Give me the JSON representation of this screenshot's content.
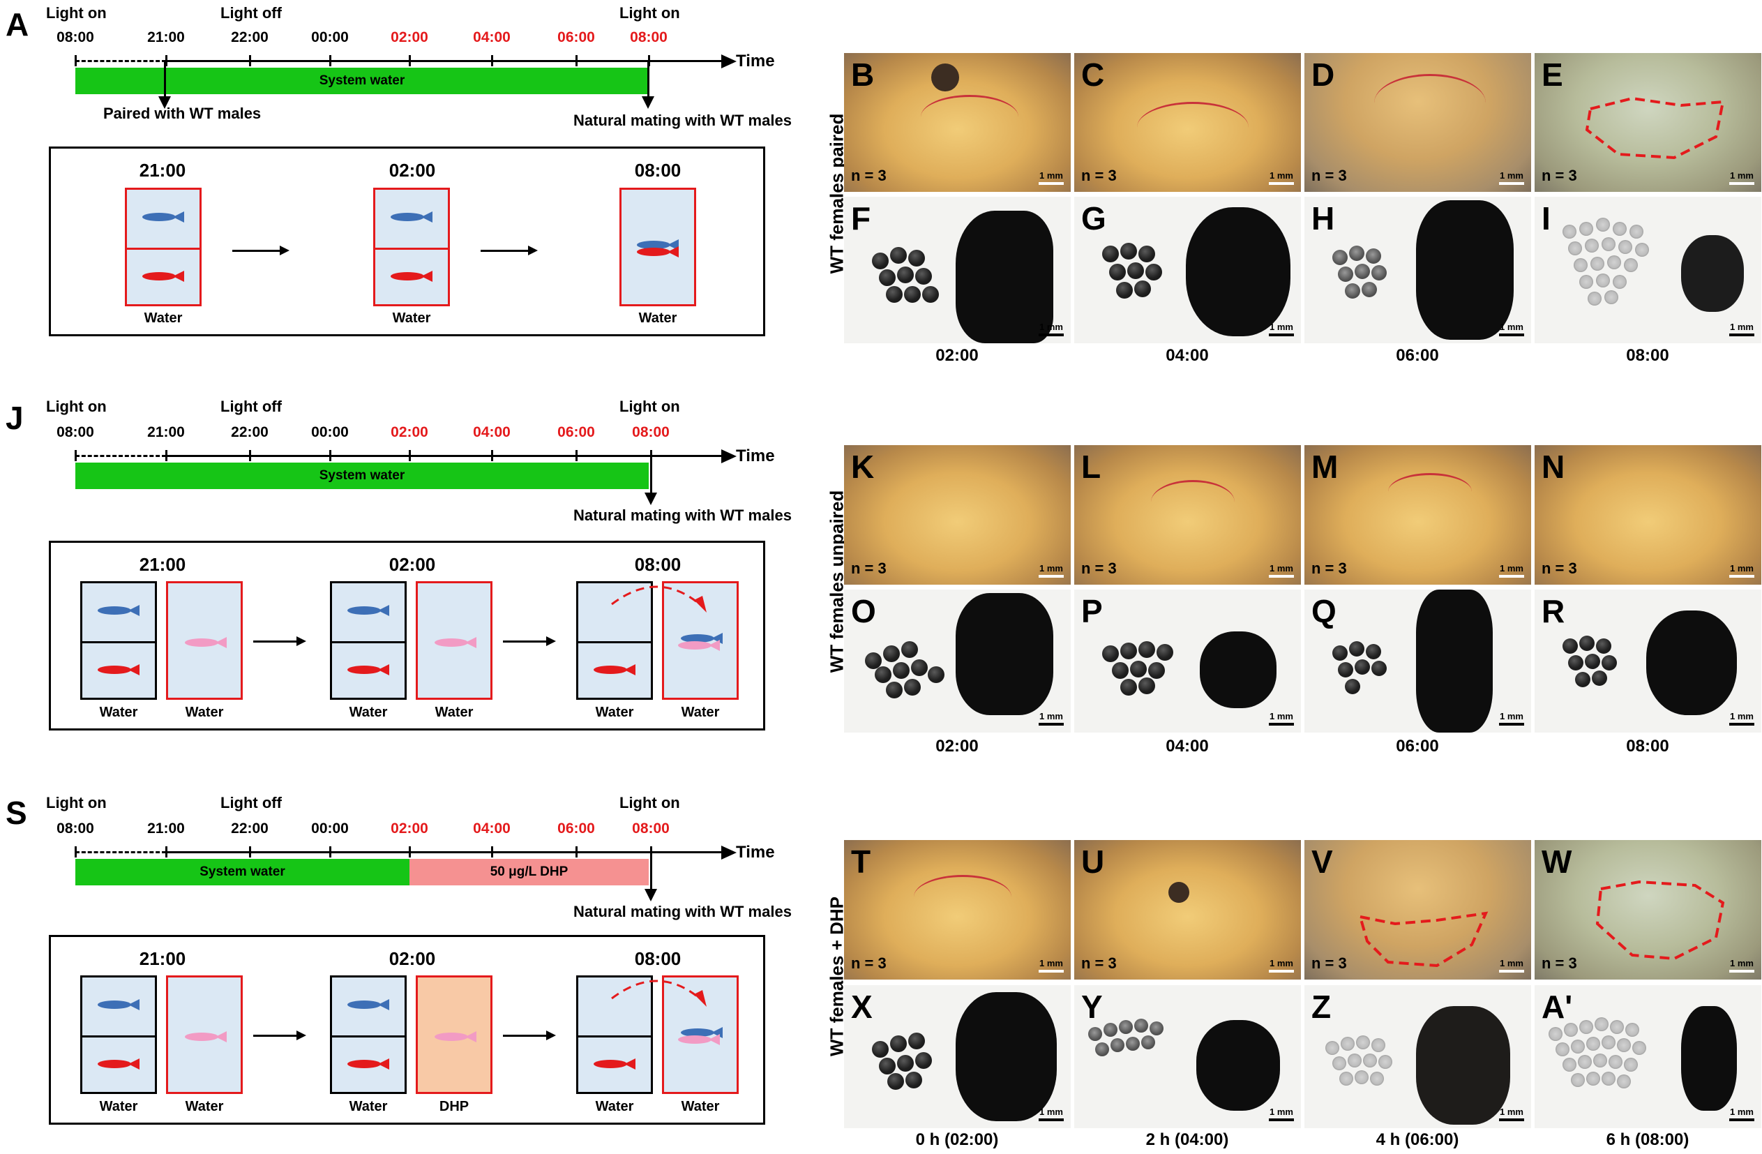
{
  "timelines": [
    {
      "panel": "A",
      "labels": {
        "light_on_start": "Light on",
        "light_off": "Light off",
        "light_on_end": "Light on",
        "axis": "Time"
      },
      "times": [
        "08:00",
        "21:00",
        "22:00",
        "00:00",
        "02:00",
        "04:00",
        "06:00",
        "08:00"
      ],
      "bars": [
        "System water"
      ],
      "annotations": [
        "Paired with WT males",
        "Natural mating with WT males"
      ]
    },
    {
      "panel": "J",
      "labels": {
        "light_on_start": "Light on",
        "light_off": "Light off",
        "light_on_end": "Light on",
        "axis": "Time"
      },
      "times": [
        "08:00",
        "21:00",
        "22:00",
        "00:00",
        "02:00",
        "04:00",
        "06:00",
        "08:00"
      ],
      "bars": [
        "System water"
      ],
      "annotations": [
        "Natural mating with WT males"
      ]
    },
    {
      "panel": "S",
      "labels": {
        "light_on_start": "Light on",
        "light_off": "Light off",
        "light_on_end": "Light on",
        "axis": "Time"
      },
      "times": [
        "08:00",
        "21:00",
        "22:00",
        "00:00",
        "02:00",
        "04:00",
        "06:00",
        "08:00"
      ],
      "bars": [
        "System water",
        "50 μg/L DHP"
      ],
      "annotations": [
        "Natural mating with WT males"
      ]
    }
  ],
  "schematics": [
    {
      "times": [
        "21:00",
        "02:00",
        "08:00"
      ],
      "captions": [
        "Water",
        "Water",
        "Water"
      ]
    },
    {
      "times": [
        "21:00",
        "02:00",
        "08:00"
      ],
      "captions": [
        "Water",
        "Water",
        "Water",
        "Water",
        "Water",
        "Water"
      ]
    },
    {
      "times": [
        "21:00",
        "02:00",
        "08:00"
      ],
      "captions": [
        "Water",
        "Water",
        "Water",
        "DHP",
        "Water",
        "Water"
      ]
    }
  ],
  "photo_rows": [
    {
      "row_label": "WT females paired",
      "ovary_letters": [
        "B",
        "C",
        "D",
        "E"
      ],
      "egg_letters": [
        "F",
        "G",
        "H",
        "I"
      ],
      "n_label": "n = 3",
      "scale_label": "1 mm",
      "times": [
        "02:00",
        "04:00",
        "06:00",
        "08:00"
      ]
    },
    {
      "row_label": "WT females unpaired",
      "ovary_letters": [
        "K",
        "L",
        "M",
        "N"
      ],
      "egg_letters": [
        "O",
        "P",
        "Q",
        "R"
      ],
      "n_label": "n = 3",
      "scale_label": "1 mm",
      "times": [
        "02:00",
        "04:00",
        "06:00",
        "08:00"
      ]
    },
    {
      "row_label": "WT females + DHP",
      "ovary_letters": [
        "T",
        "U",
        "V",
        "W"
      ],
      "egg_letters": [
        "X",
        "Y",
        "Z",
        "A'"
      ],
      "n_label": "n = 3",
      "scale_label": "1 mm",
      "times": [
        "0 h (02:00)",
        "2 h (04:00)",
        "4 h (06:00)",
        "6 h (08:00)"
      ]
    }
  ],
  "colors": {
    "green_bar": "#16c516",
    "dhp_bar": "#f59191",
    "red_times": "#e41a1c",
    "tank": "#dbe8f4",
    "dhp_tank": "#f8c9a6",
    "male_fish": "#3d6fb6",
    "female_fish": "#e41a1c",
    "unpaired_fish": "#f29bc4"
  }
}
